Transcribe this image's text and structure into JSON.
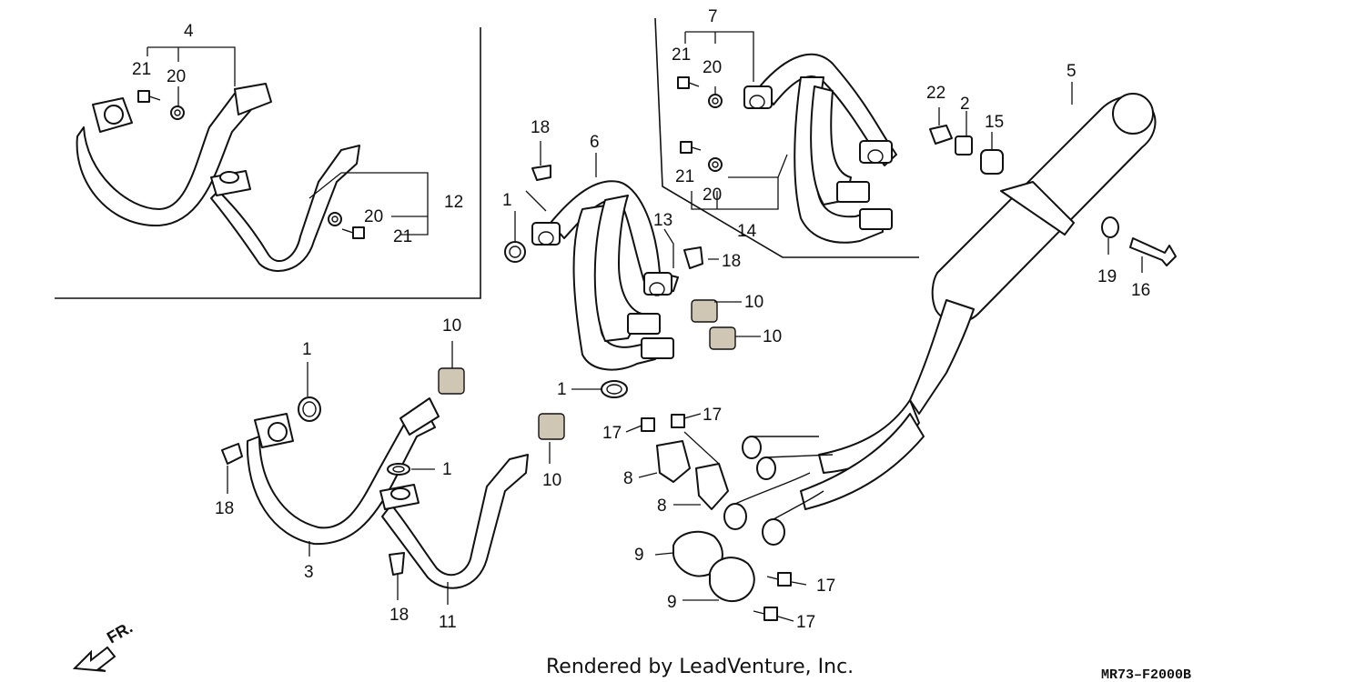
{
  "callouts": [
    "1",
    "2",
    "3",
    "4",
    "5",
    "6",
    "7",
    "8",
    "9",
    "10",
    "11",
    "12",
    "13",
    "14",
    "15",
    "16",
    "17",
    "18",
    "19",
    "20",
    "21",
    "22"
  ],
  "direction_label": "FR.",
  "credit": "Rendered by LeadVenture, Inc.",
  "diagram_code": "MR73–F2000B"
}
